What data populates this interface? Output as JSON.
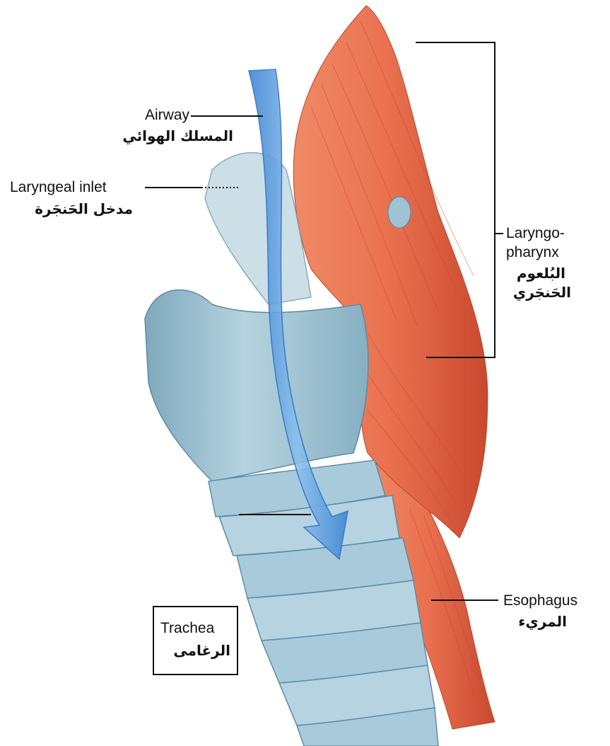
{
  "labels": {
    "airway": {
      "en": "Airway",
      "ar": "المسلك الهوائي"
    },
    "laryngeal_inlet": {
      "en": "Laryngeal inlet",
      "ar": "مدخل الحَنجَرة"
    },
    "laryngopharynx": {
      "en_line1": "Laryngo-",
      "en_line2": "pharynx",
      "ar_line1": "البُلعوم",
      "ar_line2": "الحَنجَري"
    },
    "esophagus": {
      "en": "Esophagus",
      "ar": "المريء"
    },
    "trachea": {
      "en": "Trachea",
      "ar": "الرغامى"
    }
  },
  "colors": {
    "muscle": "#e9704f",
    "muscle_dark": "#c9492f",
    "cartilage": "#9fc3d3",
    "cartilage_dark": "#6f9db3",
    "airway_arrow": "#4a90d9",
    "line": "#111111"
  }
}
